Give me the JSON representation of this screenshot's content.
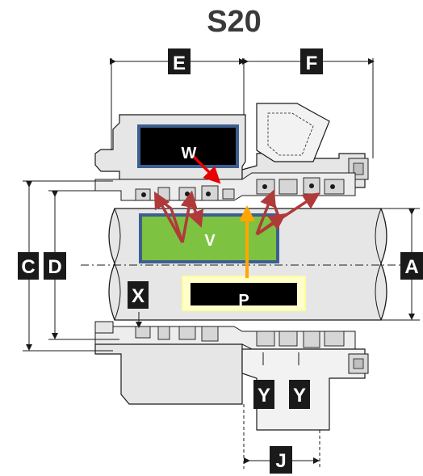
{
  "title": "S20",
  "dimension_labels": {
    "E": "E",
    "F": "F",
    "C": "C",
    "D": "D",
    "A": "A",
    "X": "X",
    "Y1": "Y",
    "Y2": "Y",
    "J": "J"
  },
  "boxes": {
    "W": "W",
    "V": "V",
    "P": "P"
  },
  "colors": {
    "line": "#1a1a1a",
    "part_fill": "#e6e6e6",
    "label_bg": "#1a1a1a",
    "label_text": "#ffffff",
    "W_border": "#3d5f8f",
    "W_fill": "#000000",
    "V_border": "#3d5f8f",
    "V_fill": "#7dc241",
    "P_border": "#ffff99",
    "P_fill": "#000000",
    "red_arrow": "#e60000",
    "dark_red_arrow": "#b03a3a",
    "orange_arrow": "#ffa500"
  }
}
